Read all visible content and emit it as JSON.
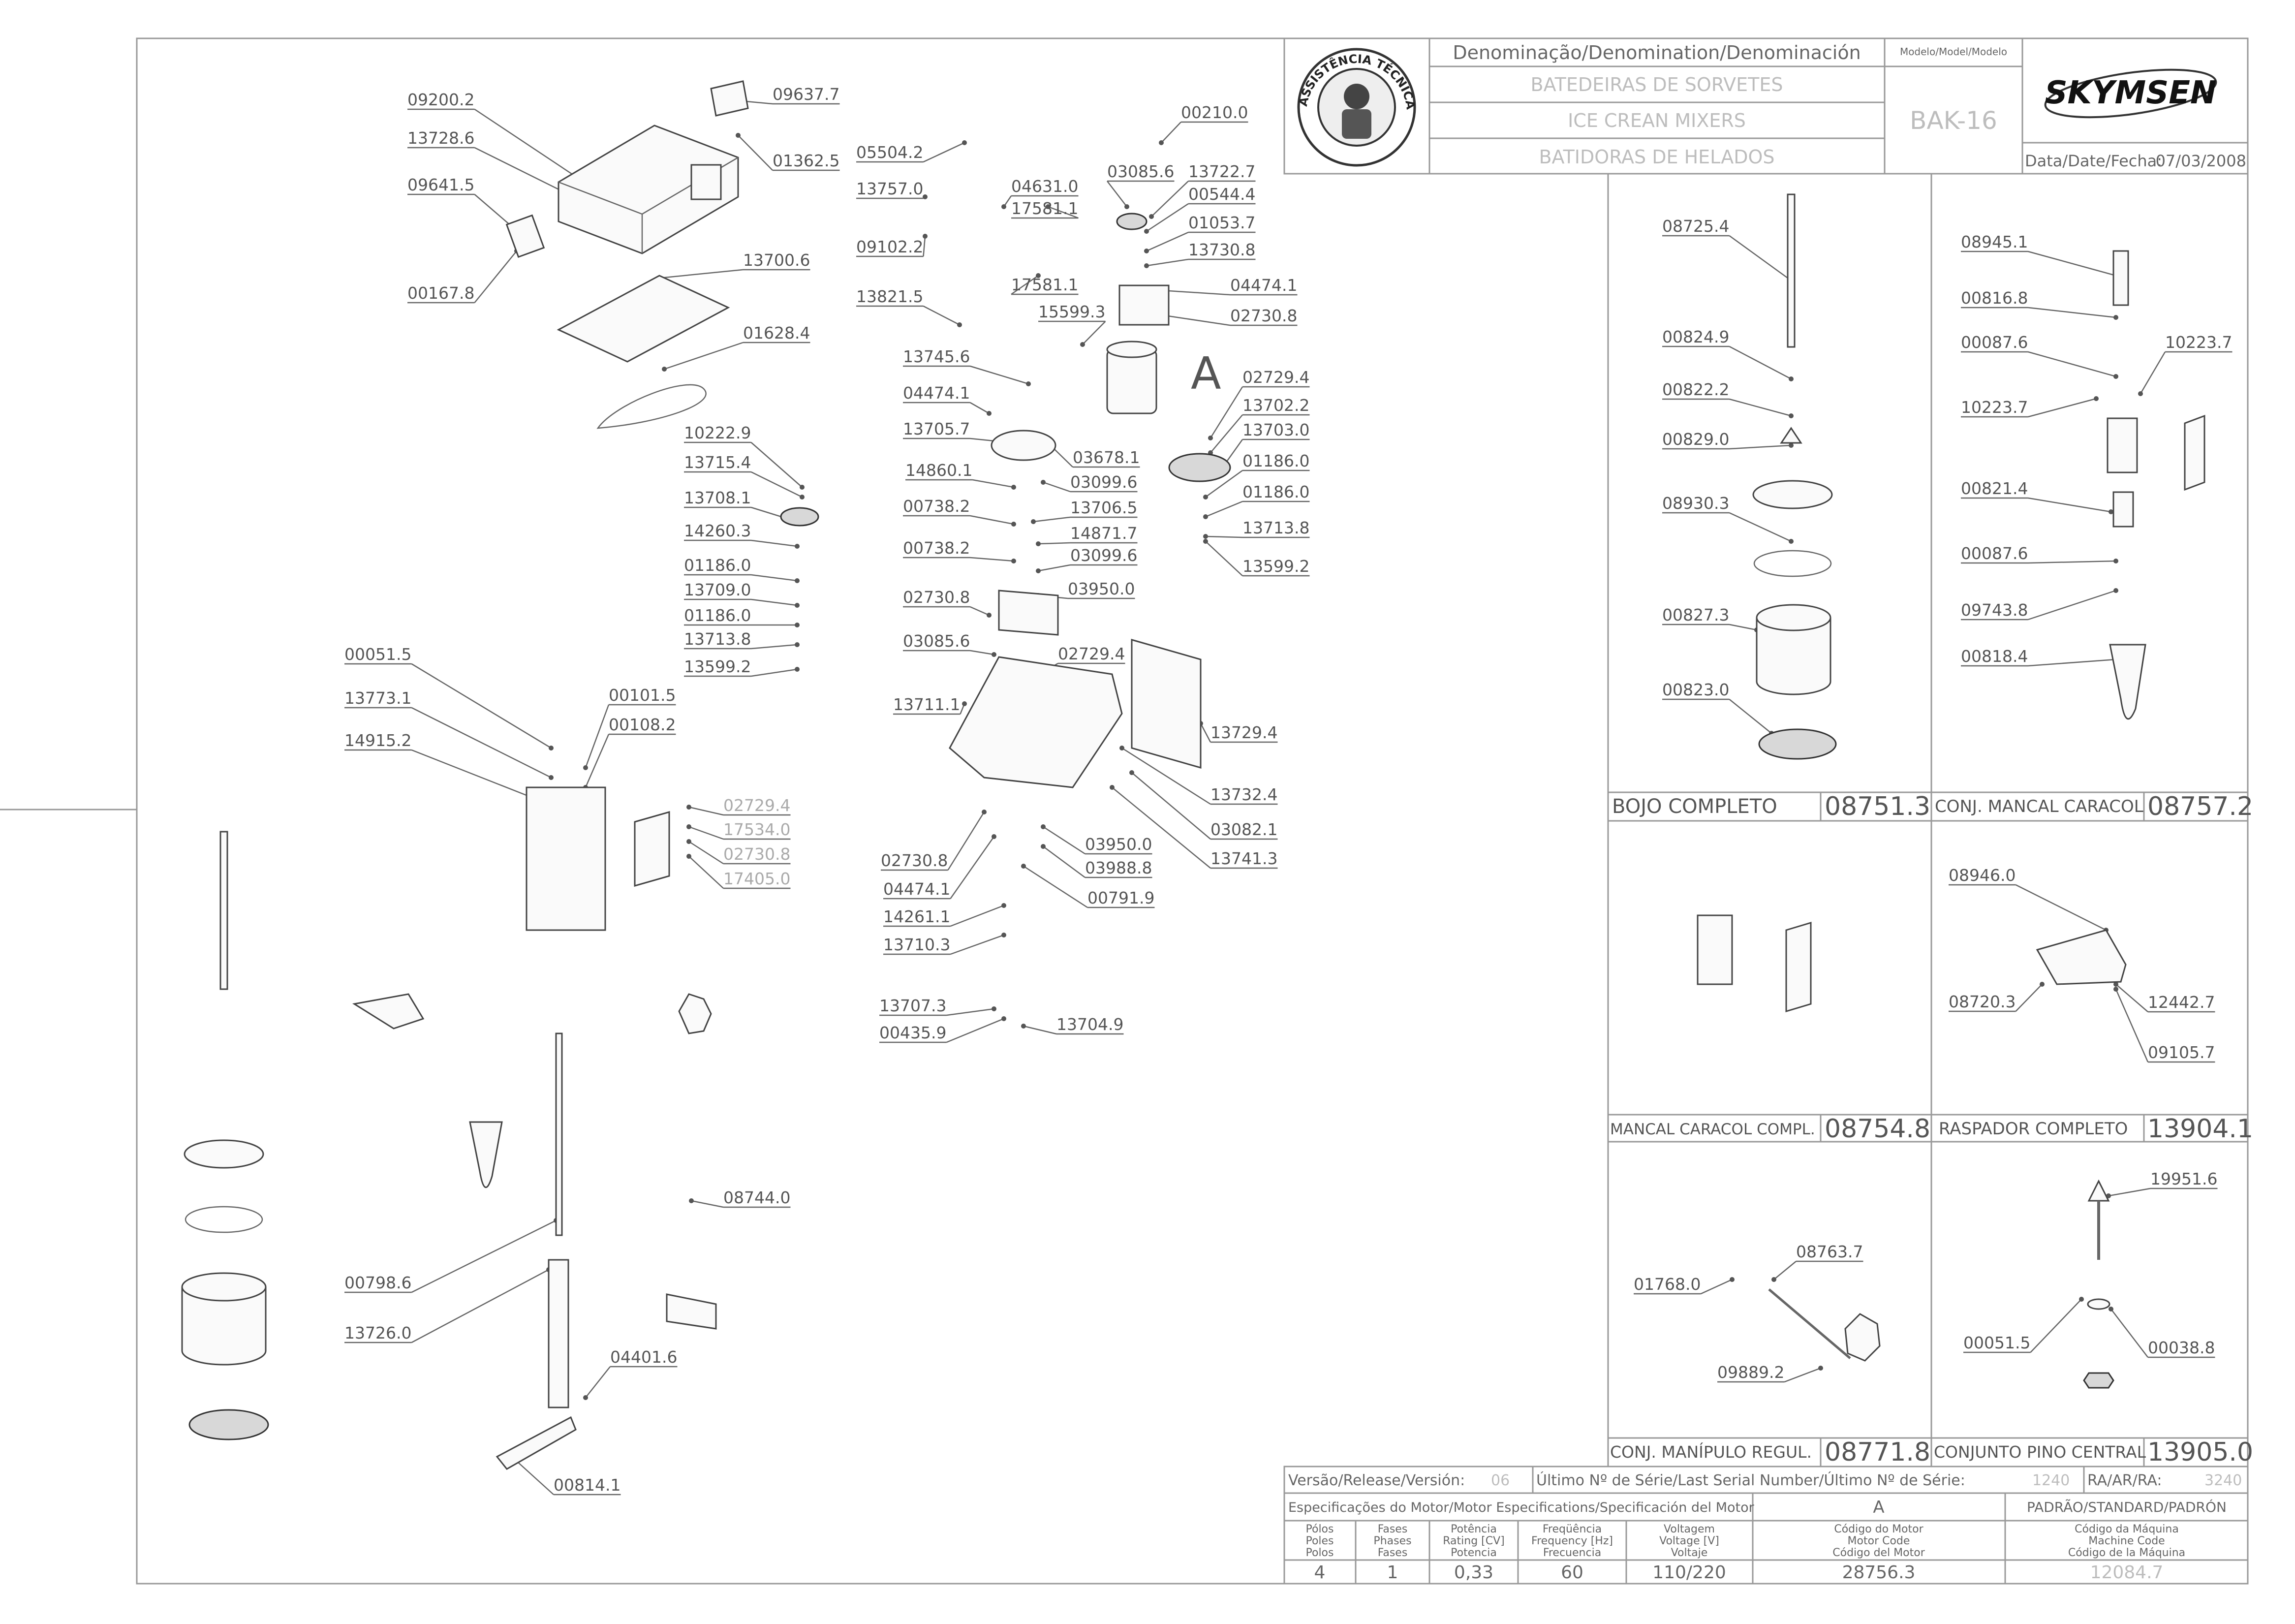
{
  "title_block": {
    "denomination_header": "Denominação/Denomination/Denominación",
    "names": [
      "BATEDEIRAS DE SORVETES",
      "ICE CREAN MIXERS",
      "BATIDORAS DE HELADOS"
    ],
    "model_header": "Modelo/Model/Modelo",
    "model": "BAK-16",
    "brand": "SKYMSEN",
    "date_label": "Data/Date/Fecha:",
    "date": "07/03/2008",
    "seal_text": "ASSISTÊNCIA TÉCNICA AUTORIZADA",
    "version_label": "Versão/Release/Versión:",
    "version": "06",
    "last_serial_label": "Último Nº de Série/Last Serial Number/Último Nº de Série:",
    "last_serial": "1240",
    "ra_label": "RA/AR/RA:",
    "ra": "3240",
    "motor_spec_header": "Especificações do Motor/Motor Especifications/Specificación del Motor",
    "motor_variant": "A",
    "standard_header": "PADRÃO/STANDARD/PADRÓN",
    "spec_columns": [
      {
        "label": "Pólos\nPoles\nPolos",
        "value": "4"
      },
      {
        "label": "Fases\nPhases\nFases",
        "value": "1"
      },
      {
        "label": "Potência\nRating [CV]\nPotencia",
        "value": "0,33"
      },
      {
        "label": "Freqüência\nFrequency [Hz]\nFrecuencia",
        "value": "60"
      },
      {
        "label": "Voltagem\nVoltage [V]\nVoltaje",
        "value": "110/220"
      },
      {
        "label": "Código do Motor\nMotor Code\nCódigo del Motor",
        "value": "28756.3"
      },
      {
        "label": "Código da Máquina\nMachine Code\nCódigo de la Máquina",
        "value": "12084.7"
      }
    ]
  },
  "assemblies": [
    {
      "name": "BOJO COMPLETO",
      "code": "08751.3"
    },
    {
      "name": "CONJ. MANCAL CARACOL",
      "code": "08757.2"
    },
    {
      "name": "MANCAL CARACOL COMPL.",
      "code": "08754.8"
    },
    {
      "name": "RASPADOR COMPLETO",
      "code": "13904.1"
    },
    {
      "name": "CONJ. MANÍPULO REGUL.",
      "code": "08771.8"
    },
    {
      "name": "CONJUNTO PINO CENTRAL",
      "code": "13905.0"
    }
  ],
  "motor_marker": "A",
  "part_labels": [
    "09200.2",
    "09637.7",
    "13728.6",
    "01362.5",
    "09641.5",
    "00167.8",
    "13700.6",
    "01628.4",
    "05504.2",
    "13757.0",
    "04631.0",
    "17581.1",
    "09102.2",
    "17581.1",
    "13821.5",
    "15599.3",
    "13745.6",
    "04474.1",
    "13705.7",
    "14860.1",
    "00738.2",
    "00738.2",
    "02730.8",
    "03085.6",
    "13711.1",
    "00210.0",
    "03085.6",
    "13722.7",
    "00544.4",
    "01053.7",
    "13730.8",
    "04474.1",
    "02730.8",
    "03678.1",
    "03099.6",
    "13706.5",
    "14871.7",
    "03099.6",
    "03950.0",
    "02729.4",
    "13729.4",
    "13732.4",
    "03082.1",
    "13741.3",
    "03950.0",
    "03988.8",
    "00791.9",
    "02730.8",
    "04474.1",
    "14261.1",
    "13710.3",
    "13707.3",
    "00435.9",
    "13704.9",
    "02729.4",
    "13702.2",
    "13703.0",
    "01186.0",
    "01186.0",
    "13713.8",
    "13599.2",
    "10222.9",
    "13715.4",
    "13708.1",
    "14260.3",
    "01186.0",
    "13709.0",
    "01186.0",
    "13713.8",
    "13599.2",
    "00051.5",
    "13773.1",
    "14915.2",
    "00101.5",
    "00108.2",
    "02729.4",
    "17534.0",
    "02730.8",
    "17405.0",
    "00798.6",
    "13726.0",
    "04401.6",
    "00814.1",
    "08744.0",
    "08725.4",
    "00824.9",
    "00822.2",
    "00829.0",
    "08930.3",
    "00827.3",
    "00823.0",
    "08945.1",
    "00816.8",
    "00087.6",
    "10223.7",
    "10223.7",
    "00821.4",
    "00087.6",
    "09743.8",
    "00818.4",
    "08946.0",
    "08720.3",
    "12442.7",
    "09105.7",
    "01768.0",
    "08763.7",
    "09889.2",
    "19951.6",
    "00051.5",
    "00038.8"
  ]
}
